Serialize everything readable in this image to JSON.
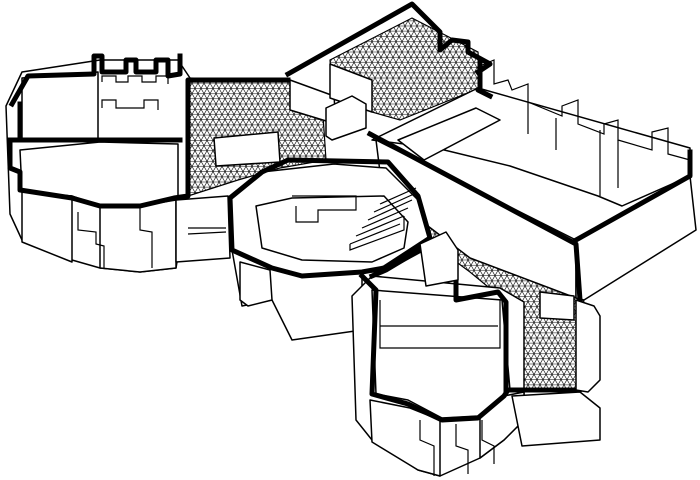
{
  "drawing": {
    "kind": "isometric-section",
    "subject": "building",
    "has_text": false,
    "colors": {
      "ink": "#000000",
      "paper": "#ffffff",
      "floor_pattern": "triangular-grid"
    }
  }
}
